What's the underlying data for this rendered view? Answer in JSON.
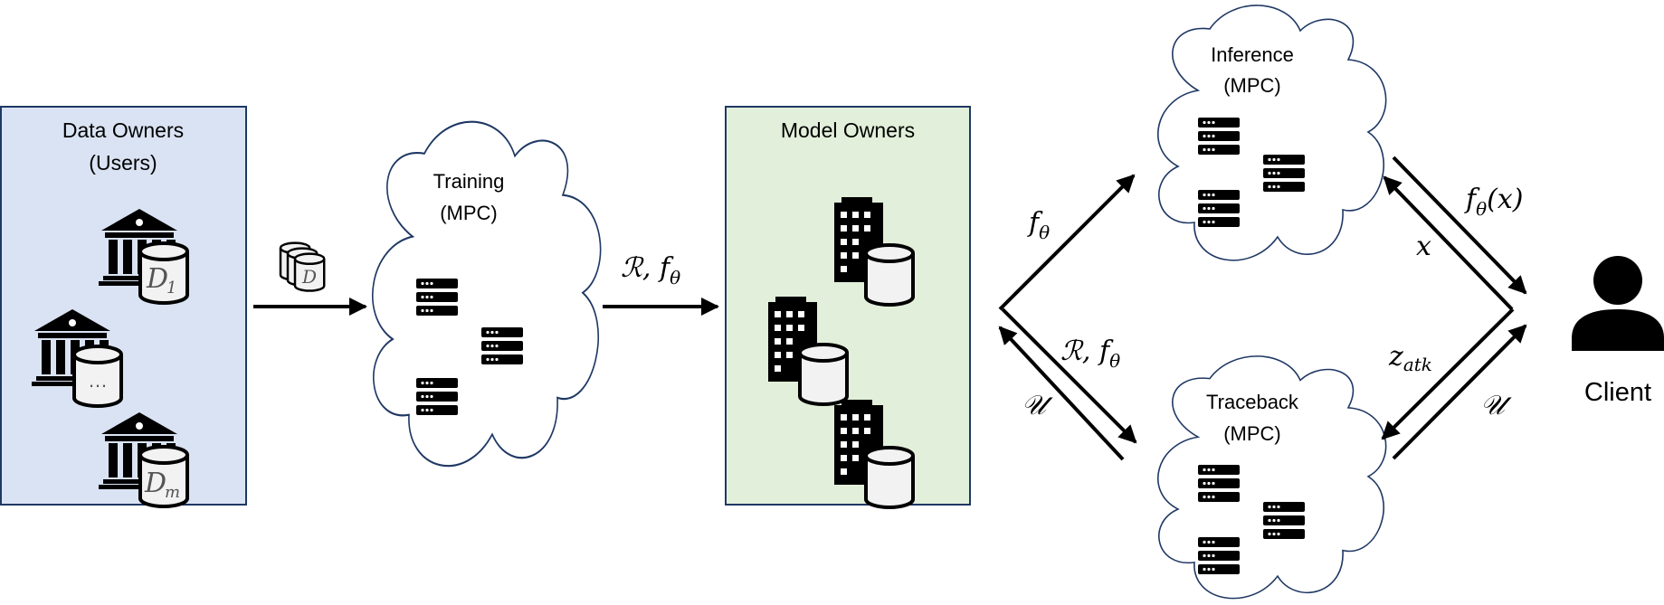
{
  "colors": {
    "data_owners_fill": "#dae3f3",
    "data_owners_stroke": "#1f3864",
    "model_owners_fill": "#e2efda",
    "model_owners_stroke": "#1f3864",
    "cloud_stroke": "#1f3864",
    "ink": "#000000",
    "cylinder_fill": "#f2f2f2"
  },
  "data_owners": {
    "title_line1": "Data Owners",
    "title_line2": "(Users)",
    "db_labels": [
      "D",
      "1",
      "…",
      "D",
      "m"
    ],
    "icons": [
      "bank-icon",
      "database-icon"
    ]
  },
  "dataset_icon_label": "D",
  "training": {
    "title": "Training",
    "subtitle": "(MPC)",
    "icons": [
      "server-icon"
    ]
  },
  "arrow_training_out": {
    "base": "ℛ, f",
    "sub": "θ"
  },
  "model_owners": {
    "title": "Model Owners",
    "icons": [
      "building-icon",
      "database-icon"
    ]
  },
  "inference": {
    "title": "Inference",
    "subtitle": "(MPC)"
  },
  "traceback": {
    "title": "Traceback",
    "subtitle": "(MPC)"
  },
  "arrows": {
    "to_inference": {
      "base": "f",
      "sub": "θ"
    },
    "to_traceback": {
      "base": "ℛ, f",
      "sub": "θ"
    },
    "from_traceback": "𝒰",
    "inference_to_client": {
      "base": "f",
      "sub": "θ",
      "tail": "(x)"
    },
    "client_to_inference": "x",
    "traceback_to_client": {
      "base": "z",
      "sub": "atk"
    },
    "client_to_traceback": "𝒰"
  },
  "client": {
    "label": "Client",
    "icon": "person-icon"
  }
}
